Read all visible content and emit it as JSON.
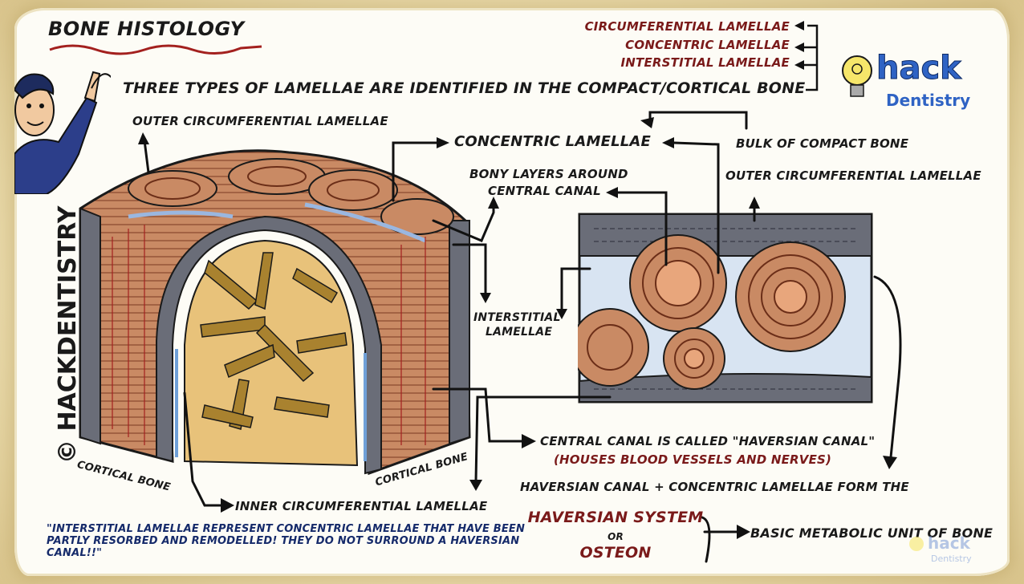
{
  "header": {
    "title": "BONE HISTOLOGY"
  },
  "intro": {
    "three_types": "THREE TYPES OF LAMELLAE ARE IDENTIFIED IN THE COMPACT/CORTICAL BONE"
  },
  "types": [
    "CIRCUMFERENTIAL LAMELLAE",
    "CONCENTRIC LAMELLAE",
    "INTERSTITIAL LAMELLAE"
  ],
  "brand": {
    "logo_main": "hack",
    "logo_sub": "Dentistry",
    "watermark": "© HACKDENTISTRY"
  },
  "labels": {
    "outer_circ_left": "OUTER CIRCUMFERENTIAL LAMELLAE",
    "concentric": "CONCENTRIC LAMELLAE",
    "bulk": "BULK OF COMPACT BONE",
    "bony_layers": [
      "BONY LAYERS AROUND",
      "CENTRAL CANAL"
    ],
    "outer_circ_right": "OUTER CIRCUMFERENTIAL LAMELLAE",
    "interstitial": [
      "INTERSTITIAL",
      "LAMELLAE"
    ],
    "cortical_left": "CORTICAL BONE",
    "cortical_right": "CORTICAL BONE",
    "central_canal": "CENTRAL CANAL IS CALLED \"HAVERSIAN CANAL\"",
    "houses": "(HOUSES BLOOD VESSELS AND NERVES)",
    "haversian_form": "HAVERSIAN CANAL + CONCENTRIC LAMELLAE FORM THE",
    "inner_circ": "INNER CIRCUMFERENTIAL LAMELLAE",
    "haversian_system": "HAVERSIAN SYSTEM",
    "or": "OR",
    "osteon": "OSTEON",
    "basic_unit": "BASIC METABOLIC UNIT OF BONE"
  },
  "quote": "\"INTERSTITIAL LAMELLAE REPRESENT CONCENTRIC LAMELLAE THAT HAVE BEEN PARTLY RESORBED AND REMODELLED! THEY DO NOT SURROUND A HAVERSIAN CANAL!!\"",
  "colors": {
    "ink": "#1a1a1a",
    "accent_red": "#7a1a1a",
    "bone_orange": "#c98a64",
    "marrow": "#e8c27a",
    "blue": "#4a7fc0"
  }
}
